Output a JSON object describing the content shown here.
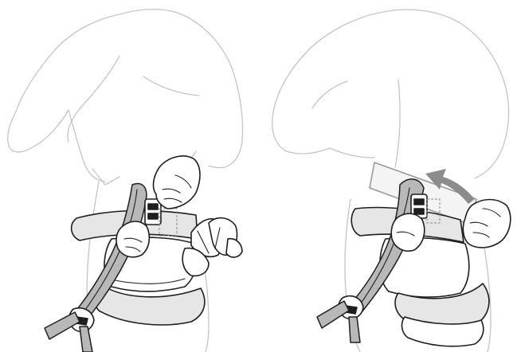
{
  "figure": {
    "panels": [
      {
        "id": "left",
        "step": "grip-and-buckle-waist-strap"
      },
      {
        "id": "right",
        "step": "tighten-waist-strap"
      }
    ],
    "colors": {
      "background": "#ffffff",
      "body_outline": "#c4c4c4",
      "harness_fill": "#e6e6e6",
      "harness_stroke": "#1e1e1e",
      "lanyard_fill": "#b8b8b8",
      "arrow": "#8c8c8c"
    },
    "icons": [
      "pull-direction-arrow-icon",
      "buckle-icon",
      "snap-hook-icon"
    ]
  }
}
